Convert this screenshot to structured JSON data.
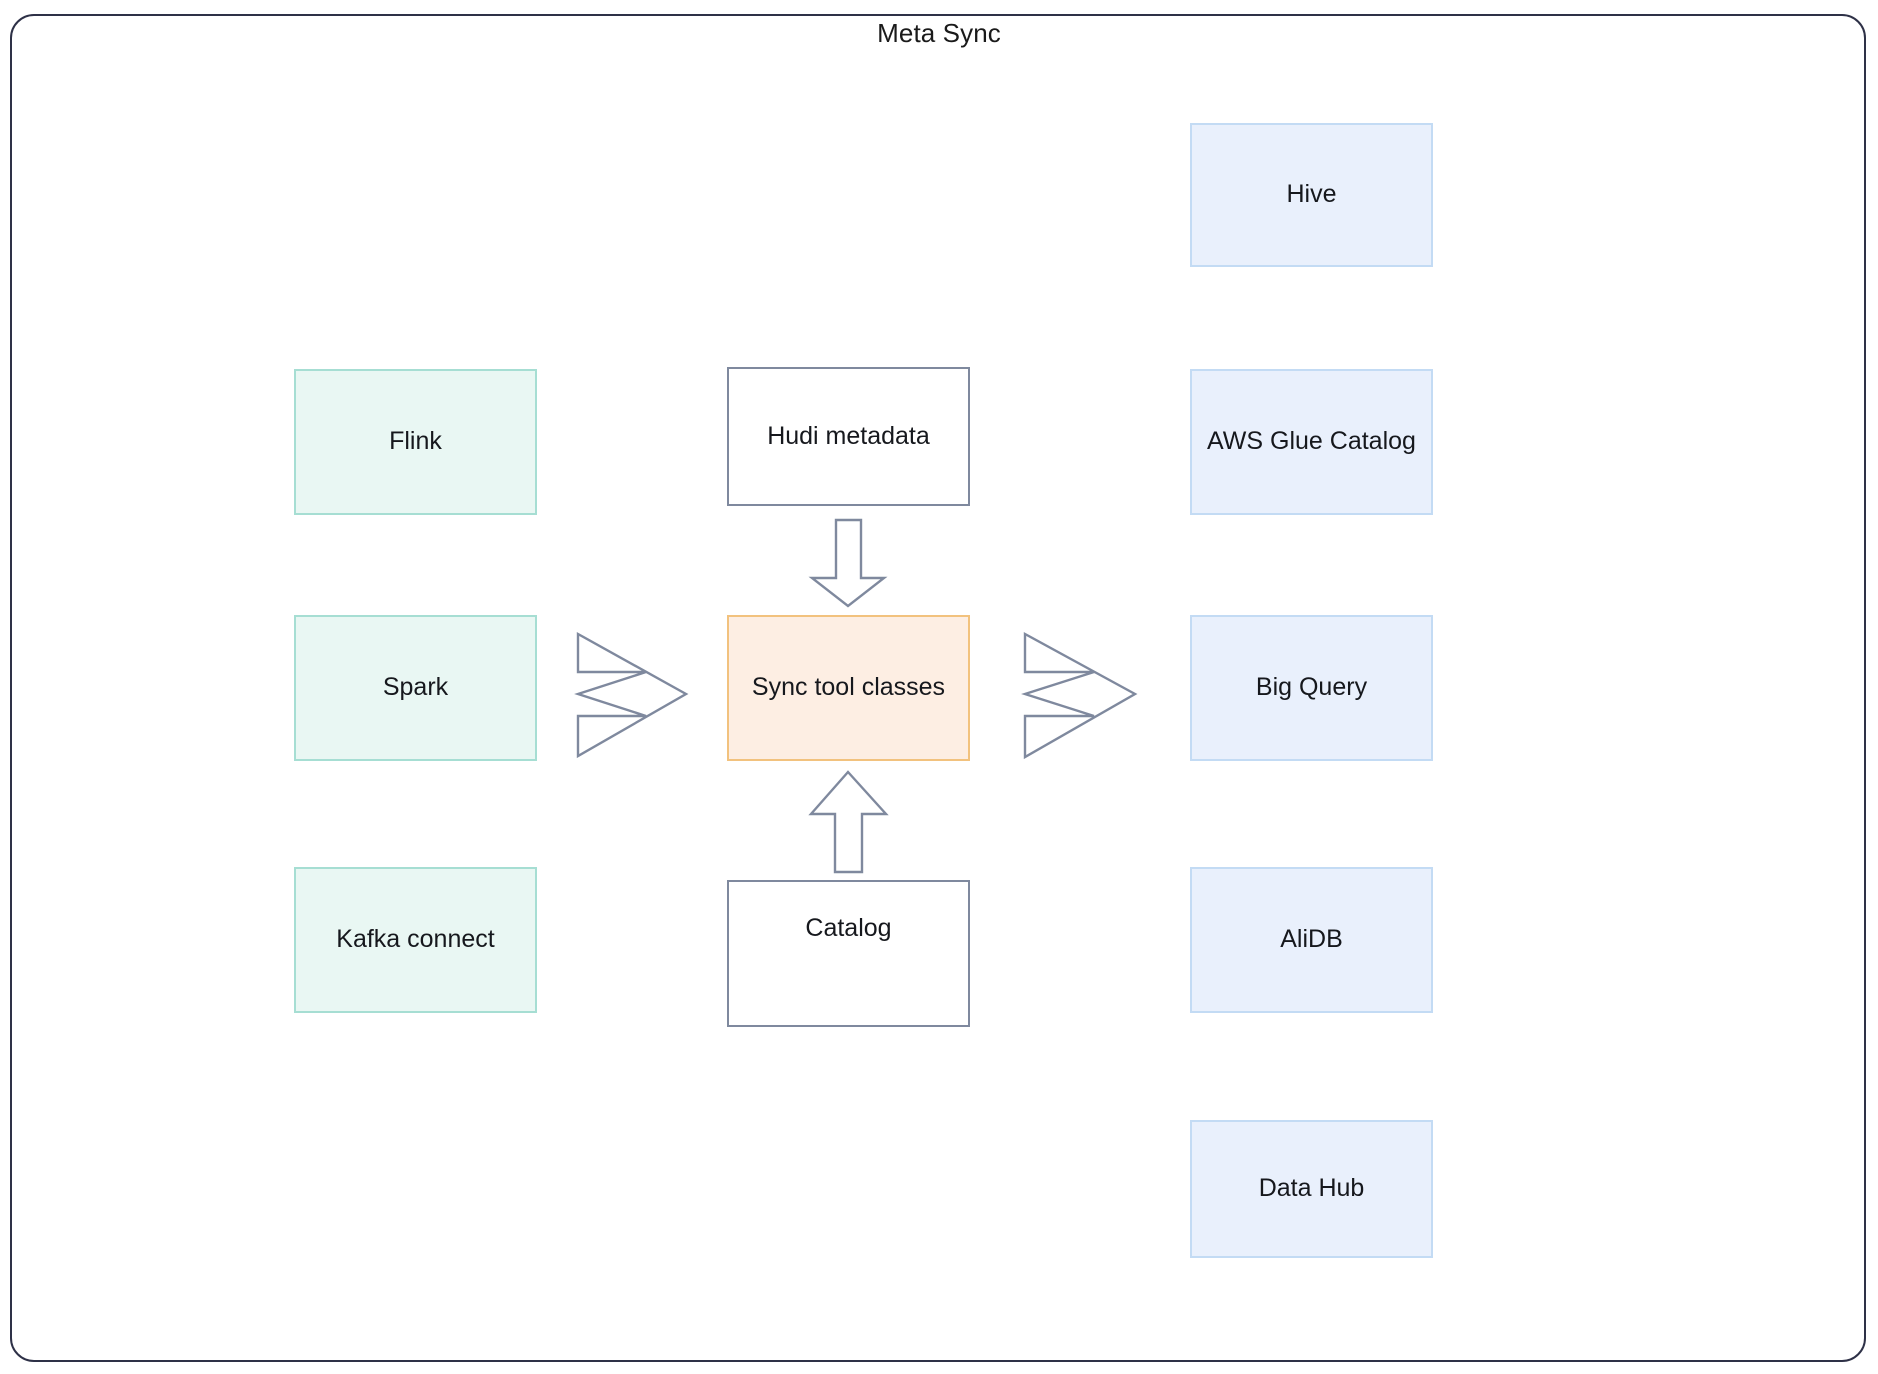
{
  "diagram": {
    "title": "Meta Sync",
    "colors": {
      "frame_border": "#2e3147",
      "source_fill": "#e9f7f3",
      "source_border": "#a6ded3",
      "target_fill": "#e9f0fc",
      "target_border": "#c3dbf4",
      "neutral_fill": "#ffffff",
      "neutral_border": "#7f899e",
      "center_fill": "#fdeee3",
      "center_border": "#f2c27e",
      "text": "#16181d"
    },
    "sources": [
      {
        "label": "Flink"
      },
      {
        "label": "Spark"
      },
      {
        "label": "Kafka connect"
      }
    ],
    "center": {
      "top_label": "Hudi metadata",
      "main_label": "Sync tool classes",
      "bottom_label": "Catalog"
    },
    "targets": [
      {
        "label": "Hive"
      },
      {
        "label": "AWS Glue Catalog"
      },
      {
        "label": "Big Query"
      },
      {
        "label": "AliDB"
      },
      {
        "label": "Data Hub"
      }
    ],
    "connectors": [
      {
        "name": "sources-to-sync",
        "direction": "right"
      },
      {
        "name": "sync-to-targets",
        "direction": "right"
      },
      {
        "name": "hudi-metadata-to-sync",
        "direction": "down"
      },
      {
        "name": "catalog-to-sync",
        "direction": "up"
      }
    ]
  }
}
